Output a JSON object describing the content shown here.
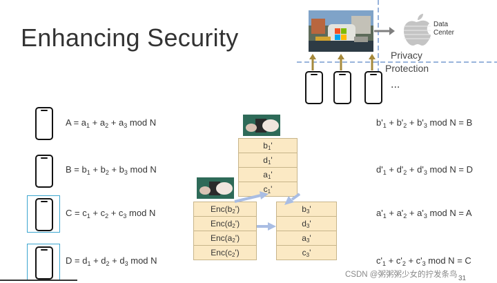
{
  "title": "Enhancing Security",
  "privacy": {
    "line1": "Privacy",
    "line2": "Protection"
  },
  "datacenter": {
    "line1": "Data",
    "line2": "Center"
  },
  "ellipsis": "...",
  "phone_logo": "",
  "left_equations": [
    {
      "lhs": "A",
      "terms": [
        "a",
        "a",
        "a"
      ],
      "subs": [
        "1",
        "2",
        "3"
      ],
      "mod": "mod N"
    },
    {
      "lhs": "B",
      "terms": [
        "b",
        "b",
        "b"
      ],
      "subs": [
        "1",
        "2",
        "3"
      ],
      "mod": "mod N"
    },
    {
      "lhs": "C",
      "terms": [
        "c",
        "c",
        "c"
      ],
      "subs": [
        "1",
        "2",
        "3"
      ],
      "mod": "mod N"
    },
    {
      "lhs": "D",
      "terms": [
        "d",
        "d",
        "d"
      ],
      "subs": [
        "1",
        "2",
        "3"
      ],
      "mod": "mod N"
    }
  ],
  "right_equations": [
    {
      "terms": [
        "b",
        "b",
        "b"
      ],
      "subs": [
        "1",
        "2",
        "3"
      ],
      "mod": "mod N",
      "rhs": "B"
    },
    {
      "terms": [
        "d",
        "d",
        "d"
      ],
      "subs": [
        "1",
        "2",
        "3"
      ],
      "mod": "mod N",
      "rhs": "D"
    },
    {
      "terms": [
        "a",
        "a",
        "a"
      ],
      "subs": [
        "1",
        "2",
        "3"
      ],
      "mod": "mod N",
      "rhs": "A"
    },
    {
      "terms": [
        "c",
        "c",
        "c"
      ],
      "subs": [
        "1",
        "2",
        "3"
      ],
      "mod": "mod N",
      "rhs": "C"
    }
  ],
  "top_stack": [
    {
      "letter": "b",
      "sub": "1"
    },
    {
      "letter": "d",
      "sub": "1"
    },
    {
      "letter": "a",
      "sub": "1"
    },
    {
      "letter": "c",
      "sub": "1"
    }
  ],
  "enc_stack": [
    {
      "prefix": "Enc(",
      "letter": "b",
      "sub": "2",
      "suffix": ")"
    },
    {
      "prefix": "Enc(",
      "letter": "d",
      "sub": "2",
      "suffix": ")"
    },
    {
      "prefix": "Enc(",
      "letter": "a",
      "sub": "2",
      "suffix": ")"
    },
    {
      "prefix": "Enc(",
      "letter": "c",
      "sub": "2",
      "suffix": ")"
    }
  ],
  "right_stack": [
    {
      "letter": "b",
      "sub": "3"
    },
    {
      "letter": "d",
      "sub": "3"
    },
    {
      "letter": "a",
      "sub": "3"
    },
    {
      "letter": "c",
      "sub": "3"
    }
  ],
  "footer": "CSDN @粥粥粥少女的拧发条鸟",
  "page_number": "31"
}
